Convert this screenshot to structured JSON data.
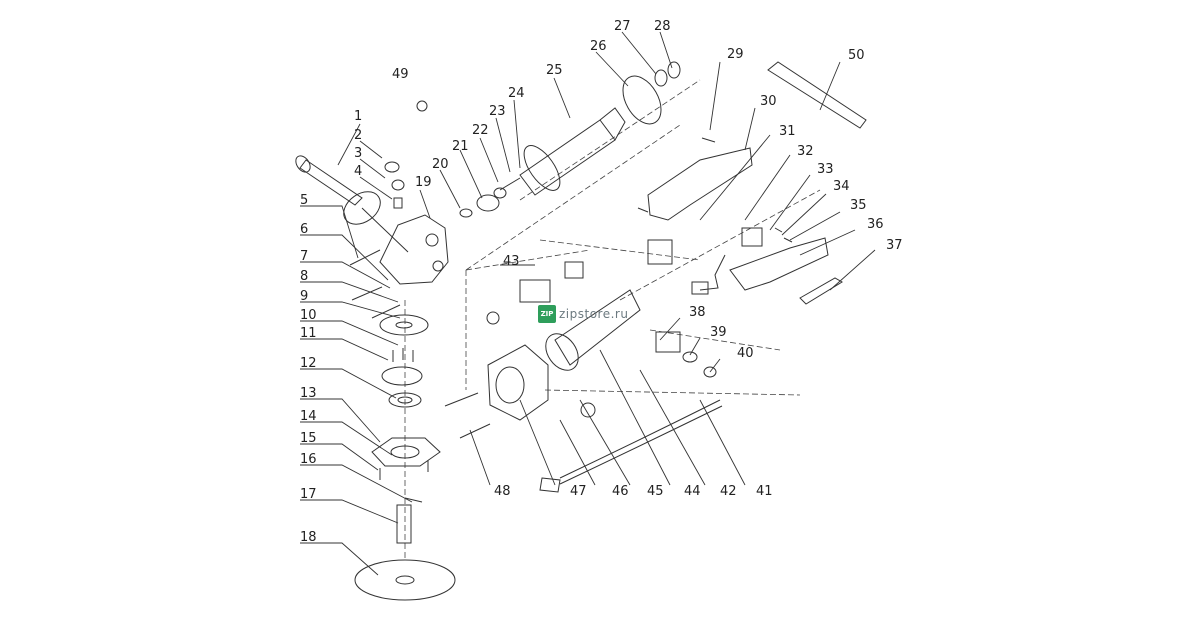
{
  "diagram": {
    "callouts": [
      "1",
      "2",
      "3",
      "4",
      "5",
      "6",
      "7",
      "8",
      "9",
      "10",
      "11",
      "12",
      "13",
      "14",
      "15",
      "16",
      "17",
      "18",
      "19",
      "20",
      "21",
      "22",
      "23",
      "24",
      "25",
      "26",
      "27",
      "28",
      "29",
      "30",
      "31",
      "32",
      "33",
      "34",
      "35",
      "36",
      "37",
      "38",
      "39",
      "40",
      "41",
      "42",
      "43",
      "44",
      "45",
      "46",
      "47",
      "48",
      "49",
      "50"
    ]
  },
  "watermark": {
    "badge": "ZIP",
    "text": "zipstore.ru"
  }
}
